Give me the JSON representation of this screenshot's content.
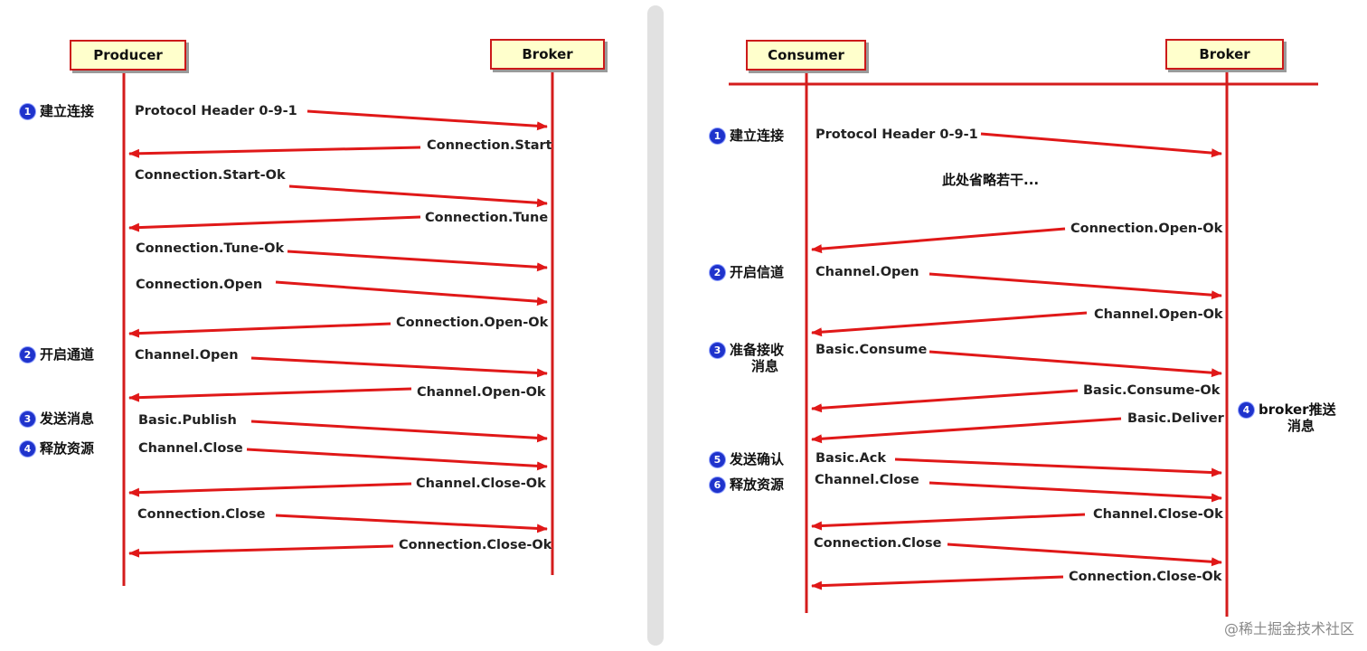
{
  "left": {
    "actors": {
      "producer": "Producer",
      "broker": "Broker"
    },
    "steps": [
      {
        "num": "1",
        "label": "建立连接"
      },
      {
        "num": "2",
        "label": "开启通道"
      },
      {
        "num": "3",
        "label": "发送消息"
      },
      {
        "num": "4",
        "label": "释放资源"
      }
    ],
    "messages": [
      {
        "label": "Protocol Header 0-9-1",
        "direction": "to-broker"
      },
      {
        "label": "Connection.Start",
        "direction": "to-producer"
      },
      {
        "label": "Connection.Start-Ok",
        "direction": "to-broker"
      },
      {
        "label": "Connection.Tune",
        "direction": "to-producer"
      },
      {
        "label": "Connection.Tune-Ok",
        "direction": "to-broker"
      },
      {
        "label": "Connection.Open",
        "direction": "to-broker"
      },
      {
        "label": "Connection.Open-Ok",
        "direction": "to-producer"
      },
      {
        "label": "Channel.Open",
        "direction": "to-broker"
      },
      {
        "label": "Channel.Open-Ok",
        "direction": "to-producer"
      },
      {
        "label": "Basic.Publish",
        "direction": "to-broker"
      },
      {
        "label": "Channel.Close",
        "direction": "to-broker"
      },
      {
        "label": "Channel.Close-Ok",
        "direction": "to-producer"
      },
      {
        "label": "Connection.Close",
        "direction": "to-broker"
      },
      {
        "label": "Connection.Close-Ok",
        "direction": "to-producer"
      }
    ]
  },
  "right": {
    "actors": {
      "consumer": "Consumer",
      "broker": "Broker"
    },
    "steps": [
      {
        "num": "1",
        "label": "建立连接"
      },
      {
        "num": "2",
        "label": "开启信道"
      },
      {
        "num": "3",
        "label": "准备接收",
        "label2": "消息"
      },
      {
        "num": "5",
        "label": "发送确认"
      },
      {
        "num": "6",
        "label": "释放资源"
      }
    ],
    "broker_note": {
      "num": "4",
      "label": "broker推送",
      "label2": "消息"
    },
    "omitted_note": "此处省略若干...",
    "messages": [
      {
        "label": "Protocol Header 0-9-1",
        "direction": "to-broker"
      },
      {
        "label": "Connection.Open-Ok",
        "direction": "to-consumer"
      },
      {
        "label": "Channel.Open",
        "direction": "to-broker"
      },
      {
        "label": "Channel.Open-Ok",
        "direction": "to-consumer"
      },
      {
        "label": "Basic.Consume",
        "direction": "to-broker"
      },
      {
        "label": "Basic.Consume-Ok",
        "direction": "to-consumer"
      },
      {
        "label": "Basic.Deliver",
        "direction": "to-consumer"
      },
      {
        "label": "Basic.Ack",
        "direction": "to-broker"
      },
      {
        "label": "Channel.Close",
        "direction": "to-broker"
      },
      {
        "label": "Channel.Close-Ok",
        "direction": "to-consumer"
      },
      {
        "label": "Connection.Close",
        "direction": "to-broker"
      },
      {
        "label": "Connection.Close-Ok",
        "direction": "to-consumer"
      }
    ]
  },
  "colors": {
    "arrow": "#e01818",
    "actor_fill": "#ffffcc",
    "actor_border": "#cc1a1a",
    "step_badge": "#1f33cc"
  },
  "watermark": "@稀土掘金技术社区"
}
